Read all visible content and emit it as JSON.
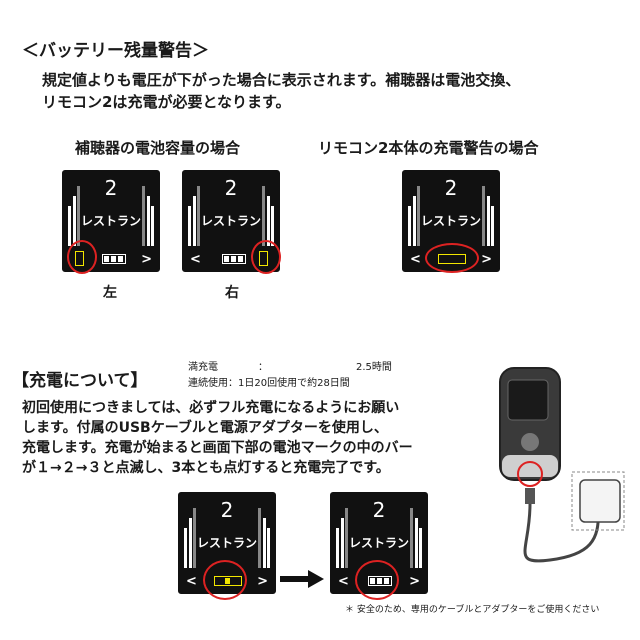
{
  "warning": {
    "heading": "＜バッテリー残量警告＞",
    "line1": "規定値よりも電圧が下がった場合に表示されます。補聴器は電池交換、",
    "line2": "リモコン2は充電が必要となります。",
    "caption_hearing_aid": "補聴器の電池容量の場合",
    "caption_remote": "リモコン2本体の充電警告の場合",
    "label_left": "左",
    "label_right": "右"
  },
  "screen": {
    "program_number": "2",
    "program_name": "レストラン",
    "arrow_left": "<",
    "arrow_right": ">"
  },
  "charging": {
    "heading": "【充電について】",
    "full_charge_label": "満充電",
    "colon": "：",
    "full_charge_value": "2.5時間",
    "continuous_use": "連続使用：1日20回使用で約28日間",
    "para1": "初回使用につきましては、必ずフル充電になるようにお願い",
    "para2": "します。付属のUSBケーブルと電源アダプターを使用し、",
    "para3": "充電します。充電が始まると画面下部の電池マークの中のバー",
    "para4": "が１→２→３と点滅し、3本とも点灯すると充電完了です。",
    "note": "＊ 安全のため、専用のケーブルとアダプターをご使用ください"
  },
  "colors": {
    "highlight_ring": "#d22222",
    "battery_warning": "#f2e600",
    "screen_bg": "#111111"
  }
}
